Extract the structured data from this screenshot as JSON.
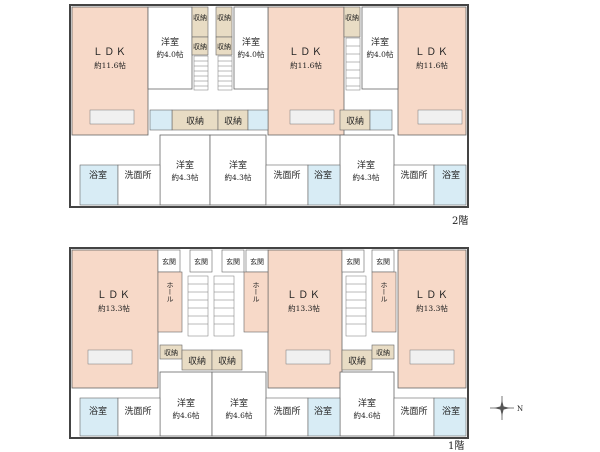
{
  "floors": {
    "upper": {
      "label": "2階"
    },
    "lower": {
      "label": "1階"
    }
  },
  "compass": {
    "label": "N"
  },
  "legend_fills": {
    "ldk": "#f7d9c8",
    "western": "#ffffff",
    "storage": "#e8dcc4",
    "bath": "#d8ecf5",
    "stair": "#ffffff"
  },
  "upper": {
    "ldk_1": {
      "name": "ＬＤＫ",
      "size": "約11.6帖"
    },
    "ldk_2": {
      "name": "ＬＤＫ",
      "size": "約11.6帖"
    },
    "ldk_3": {
      "name": "ＬＤＫ",
      "size": "約11.6帖"
    },
    "west_a1": {
      "name": "洋室",
      "size": "約4.0帖"
    },
    "west_a2": {
      "name": "洋室",
      "size": "約4.0帖"
    },
    "west_a3": {
      "name": "洋室",
      "size": "約4.0帖"
    },
    "west_b1": {
      "name": "洋室",
      "size": "約4.3帖"
    },
    "west_b2": {
      "name": "洋室",
      "size": "約4.3帖"
    },
    "west_b3": {
      "name": "洋室",
      "size": "約4.3帖"
    },
    "bath_1": "浴室",
    "bath_2": "浴室",
    "bath_3": "浴室",
    "wash_1": "洗面所",
    "wash_2": "洗面所",
    "wash_3": "洗面所",
    "storage": "収納",
    "storage_v": "収納"
  },
  "lower": {
    "ldk_1": {
      "name": "ＬＤＫ",
      "size": "約13.3帖"
    },
    "ldk_2": {
      "name": "ＬＤＫ",
      "size": "約13.3帖"
    },
    "ldk_3": {
      "name": "ＬＤＫ",
      "size": "約13.3帖"
    },
    "west_1": {
      "name": "洋室",
      "size": "約4.6帖"
    },
    "west_2": {
      "name": "洋室",
      "size": "約4.6帖"
    },
    "west_3": {
      "name": "洋室",
      "size": "約4.6帖"
    },
    "bath_1": "浴室",
    "bath_2": "浴室",
    "bath_3": "浴室",
    "wash_1": "洗面所",
    "wash_2": "洗面所",
    "wash_3": "洗面所",
    "entry": "玄関",
    "hall": "ホール",
    "storage": "収納"
  }
}
